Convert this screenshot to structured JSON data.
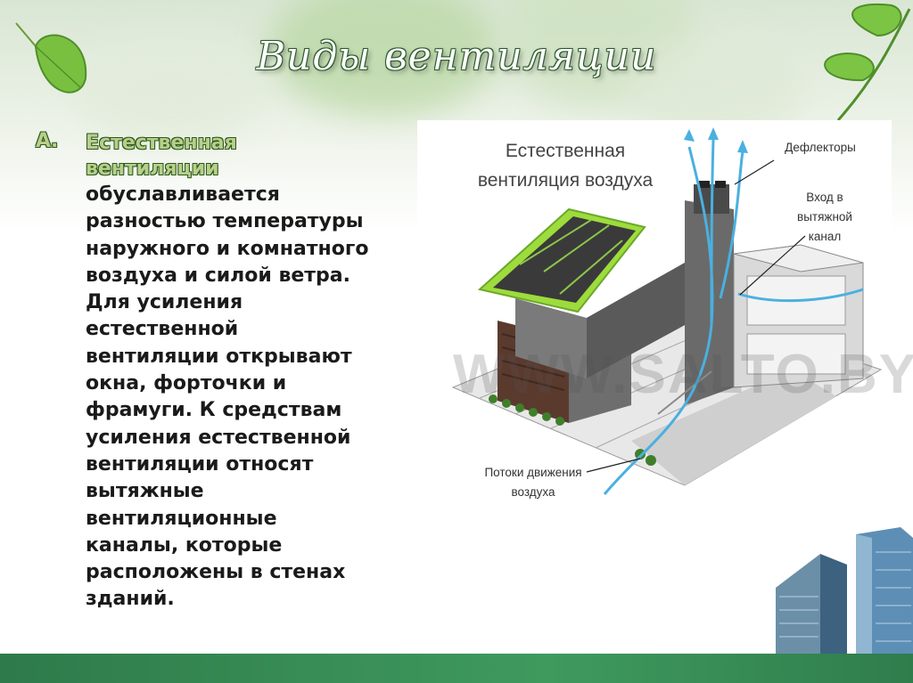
{
  "slide": {
    "title": "Виды вентиляции",
    "item": {
      "letter": "А.",
      "heading": "Естественная вентиляции",
      "body": "обуславливается\nразностью температуры\nнаружного и комнатного\nвоздуха и силой ветра.\nДля усиления\nестественной\nвентиляции открывают\nокна, форточки и\nфрамуги. К средствам\nусиления естественной\nвентиляции относят\nвытяжные\nвентиляционные\nканалы, которые\nрасположены в стенах\nзданий."
    },
    "diagram": {
      "title": "Естественная\nвентиляция воздуха",
      "label_deflectors": "Дефлекторы",
      "label_inlet": "Вход в\nвытяжной\nканал",
      "label_flows": "Потоки движения\nвоздуха",
      "watermark": "WWW.SALTO.BY"
    }
  },
  "colors": {
    "accent_green": "#8ccc3a",
    "band_green": "#3f9a5e",
    "airflow_blue": "#4ab0e0"
  }
}
